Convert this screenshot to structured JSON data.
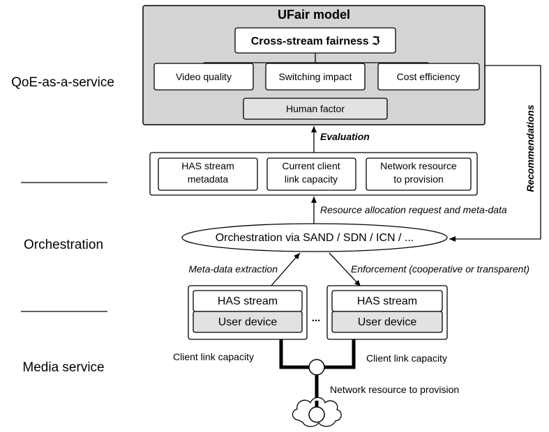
{
  "layers": {
    "qoe": "QoE-as-a-service",
    "orchestration": "Orchestration",
    "media": "Media service"
  },
  "ufair": {
    "title": "UFair model",
    "fairness": "Cross-stream fairness ℑ",
    "metrics": [
      "Video quality",
      "Switching impact",
      "Cost efficiency"
    ],
    "human_factor": "Human factor"
  },
  "evaluation_label": "Evaluation",
  "recommendations_label": "Recommendations",
  "metadata_boxes": [
    [
      "HAS stream",
      "metadata"
    ],
    [
      "Current client",
      "link capacity"
    ],
    [
      "Network resource",
      "to provision"
    ]
  ],
  "request_label": "Resource allocation request and meta-data",
  "orchestrator_label": "Orchestration via SAND / SDN / ICN / ...",
  "extraction_label": "Meta-data extraction",
  "enforcement_label": "Enforcement (cooperative or transparent)",
  "clients": [
    {
      "stream": "HAS stream",
      "device": "User device"
    },
    {
      "stream": "HAS stream",
      "device": "User device"
    }
  ],
  "ellipsis": "...",
  "client_link_left": "Client link capacity",
  "client_link_right": "Client link capacity",
  "network_label": "Network resource to provision"
}
